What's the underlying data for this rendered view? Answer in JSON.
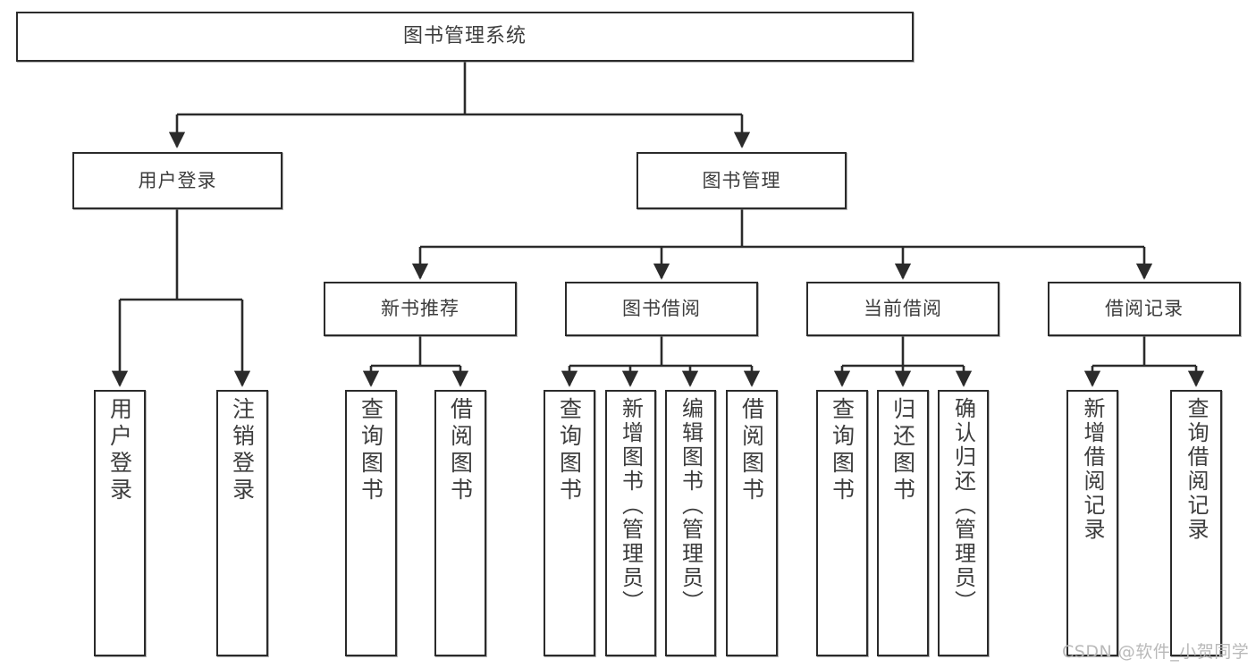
{
  "diagram": {
    "title": "图书管理系统",
    "type": "tree-hierarchy",
    "colors": {
      "box_border": "#2b2b2b",
      "box_fill": "#ffffff",
      "text": "#3d3d3d",
      "connector": "#2b2b2b",
      "watermark": "#b9b9b9"
    },
    "root": {
      "label": "图书管理系统"
    },
    "level2": [
      {
        "label": "用户登录"
      },
      {
        "label": "图书管理"
      }
    ],
    "level3": [
      {
        "label": "新书推荐"
      },
      {
        "label": "图书借阅"
      },
      {
        "label": "当前借阅"
      },
      {
        "label": "借阅记录"
      }
    ],
    "leaves": {
      "user_login": [
        {
          "label": "用户登录"
        },
        {
          "label": "注销登录"
        }
      ],
      "new_book": [
        {
          "label": "查询图书"
        },
        {
          "label": "借阅图书"
        }
      ],
      "book_borrow": [
        {
          "label": "查询图书"
        },
        {
          "label": "新增图书（管理员）"
        },
        {
          "label": "编辑图书（管理员）"
        },
        {
          "label": "借阅图书"
        }
      ],
      "current_borrow": [
        {
          "label": "查询图书"
        },
        {
          "label": "归还图书"
        },
        {
          "label": "确认归还（管理员）"
        }
      ],
      "borrow_record": [
        {
          "label": "新增借阅记录"
        },
        {
          "label": "查询借阅记录"
        }
      ]
    }
  },
  "watermark": {
    "text": "CSDN @软件_小贺同学"
  }
}
